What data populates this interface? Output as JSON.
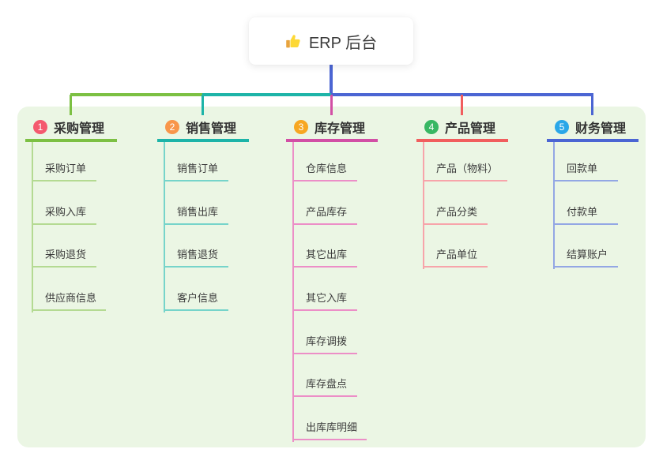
{
  "root": {
    "label": "ERP 后台",
    "icon": "thumbs-up"
  },
  "colors": {
    "sheet_background": "#ebf6e4",
    "root_connector_blue": "#4b65d3"
  },
  "branches": [
    {
      "num": "1",
      "label": "采购管理",
      "badge_color": "#f4596e",
      "line_color": "#7cc043",
      "child_line_color": "#b4da92",
      "children": [
        "采购订单",
        "采购入库",
        "采购退货",
        "供应商信息"
      ]
    },
    {
      "num": "2",
      "label": "销售管理",
      "badge_color": "#f8964a",
      "line_color": "#1db4a8",
      "child_line_color": "#76d4ca",
      "children": [
        "销售订单",
        "销售出库",
        "销售退货",
        "客户信息"
      ]
    },
    {
      "num": "3",
      "label": "库存管理",
      "badge_color": "#f7a722",
      "line_color": "#d24fa5",
      "child_line_color": "#ec8ec7",
      "children": [
        "仓库信息",
        "产品库存",
        "其它出库",
        "其它入库",
        "库存调拨",
        "库存盘点",
        "出库库明细"
      ]
    },
    {
      "num": "4",
      "label": "产品管理",
      "badge_color": "#38b763",
      "line_color": "#f15e5e",
      "child_line_color": "#f7a4aa",
      "children": [
        "产品（物料）",
        "产品分类",
        "产品单位"
      ]
    },
    {
      "num": "5",
      "label": "财务管理",
      "badge_color": "#2aa7e8",
      "line_color": "#4b65d3",
      "child_line_color": "#93a7e4",
      "children": [
        "回款单",
        "付款单",
        "结算账户"
      ]
    }
  ]
}
